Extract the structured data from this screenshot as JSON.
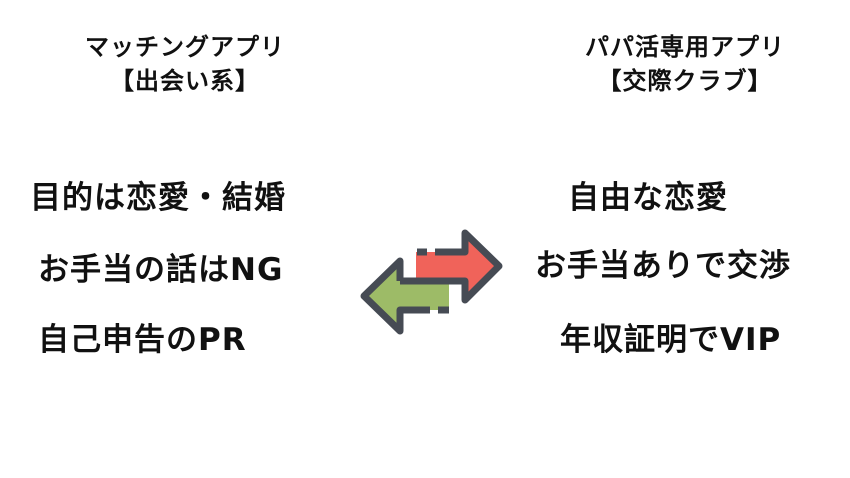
{
  "left_column": {
    "title_line1": "マッチングアプリ",
    "title_line2": "【出会い系】",
    "items": [
      "目的は恋愛・結婚",
      "お手当の話はNG",
      "自己申告のPR"
    ]
  },
  "right_column": {
    "title_line1": "パパ活専用アプリ",
    "title_line2": "【交際クラブ】",
    "items": [
      "自由な恋愛",
      "お手当ありで交渉",
      "年収証明でVIP"
    ]
  },
  "icon": {
    "name": "exchange-arrows-icon",
    "colors": {
      "right_arrow": "#f0635a",
      "left_arrow": "#9dbb67",
      "outline": "#464b54"
    }
  }
}
